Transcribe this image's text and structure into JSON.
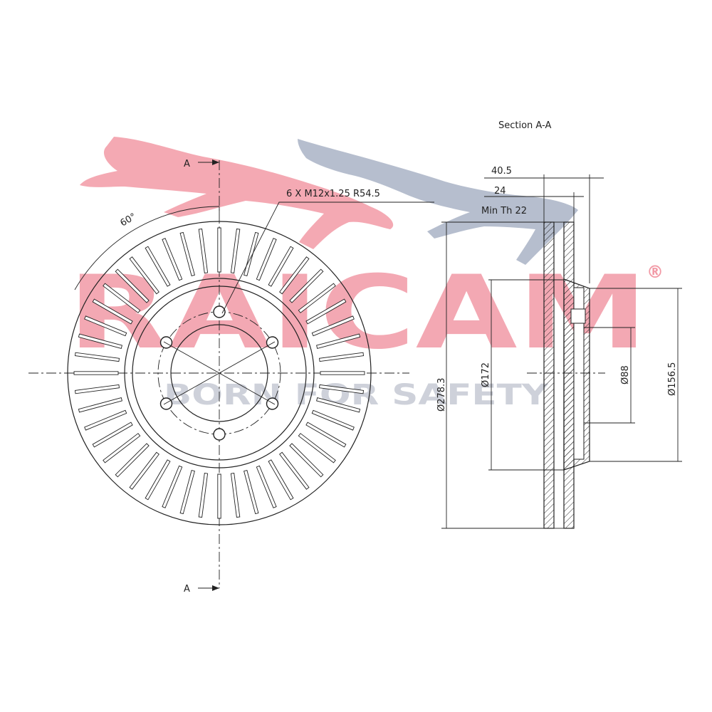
{
  "watermark": {
    "brand": "RAICAM",
    "registered_mark": "®",
    "slogan": "BORN FOR SAFETY",
    "brand_color": "#f29aa6",
    "slogan_color": "#c9cdd6",
    "cat_front_color": "#f29aa6",
    "cat_back_color": "#a9b3c6"
  },
  "labels": {
    "section_title": "Section A-A",
    "section_mark_top": "A",
    "section_mark_bottom": "A",
    "bolt_spec": "6 X M12x1.25 R54.5",
    "angle": "60°"
  },
  "dimensions": {
    "overall_height": "40.5",
    "thickness": "24",
    "min_thickness": "Min Th 22",
    "outer_diameter": "Ø278.3",
    "inner_diameter": "Ø172",
    "center_bore": "Ø88",
    "hub_diameter": "Ø156.5"
  }
}
